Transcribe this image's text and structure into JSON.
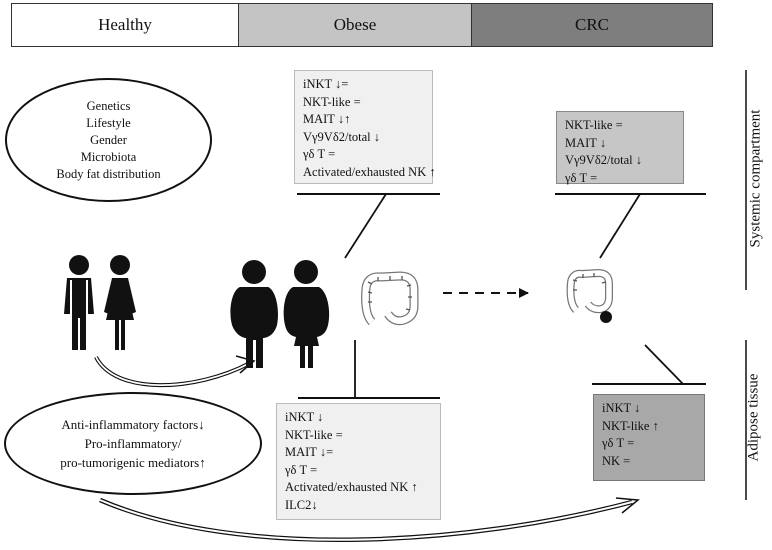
{
  "stages": {
    "healthy": "Healthy",
    "obese": "Obese",
    "crc": "CRC"
  },
  "factors": [
    "Genetics",
    "Lifestyle",
    "Gender",
    "Microbiota",
    "Body fat distribution"
  ],
  "mediators": [
    "Anti-inflammatory factors↓",
    "Pro-inflammatory/",
    "pro-tumorigenic mediators↑"
  ],
  "obese_systemic": [
    "iNKT ↓=",
    "NKT-like =",
    "MAIT ↓↑",
    "Vγ9Vδ2/total ↓",
    "γδ T =",
    "Activated/exhausted  NK ↑"
  ],
  "crc_systemic": [
    "NKT-like =",
    "MAIT ↓",
    "Vγ9Vδ2/total ↓",
    "γδ T ="
  ],
  "obese_adipose": [
    "iNKT ↓",
    "NKT-like =",
    "MAIT ↓=",
    "γδ T =",
    "Activated/exhausted  NK ↑",
    "ILC2↓"
  ],
  "crc_adipose": [
    "iNKT ↓",
    "NKT-like ↑",
    "γδ T =",
    "NK ="
  ],
  "compartments": {
    "systemic": "Systemic compartment",
    "adipose": "Adipose tissue"
  },
  "colors": {
    "healthy_bg": "#ffffff",
    "obese_bg": "#c4c4c4",
    "crc_bg": "#7e7e7e",
    "figure": "#111111"
  },
  "icons": [
    "person-male-icon",
    "person-female-icon",
    "obese-male-icon",
    "obese-female-icon",
    "colon-icon",
    "colon-tumor-icon"
  ]
}
